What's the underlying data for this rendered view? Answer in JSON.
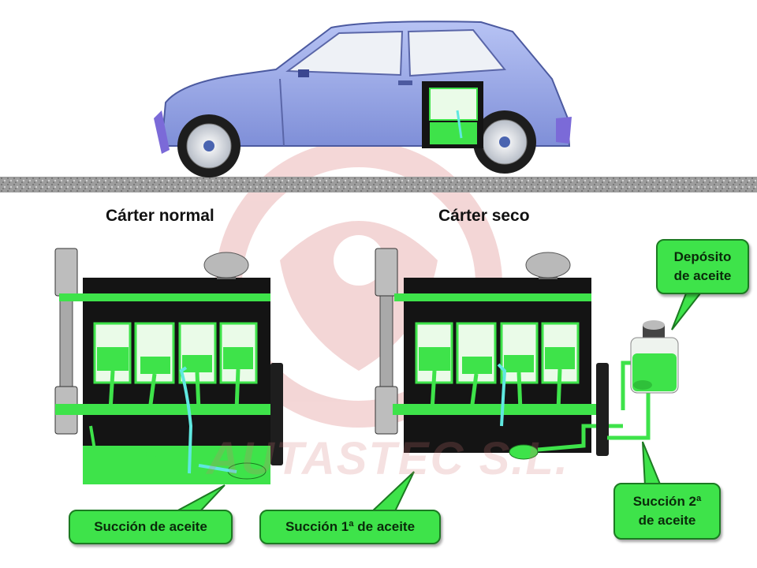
{
  "titles": {
    "normal_sump": "Cárter normal",
    "dry_sump": "Cárter seco"
  },
  "callouts": {
    "oil_tank": [
      "Depósito",
      "de aceite"
    ],
    "oil_suction": "Succión de aceite",
    "first_suction": "Succión 1ª de aceite",
    "second_suction": [
      "Succión 2ª",
      "de aceite"
    ]
  },
  "watermark": "AUTASTEC S.L.",
  "colors": {
    "oil_green": "#3ee34a",
    "engine_block": "#1a1a1a",
    "car_body": "#8fa0e6",
    "ground": "#9a9a9a",
    "oil_cyan": "#5fe8e0"
  },
  "icons": [
    "car-icon",
    "engine-normal-sump",
    "engine-dry-sump",
    "oil-tank-icon",
    "logo-watermark"
  ]
}
